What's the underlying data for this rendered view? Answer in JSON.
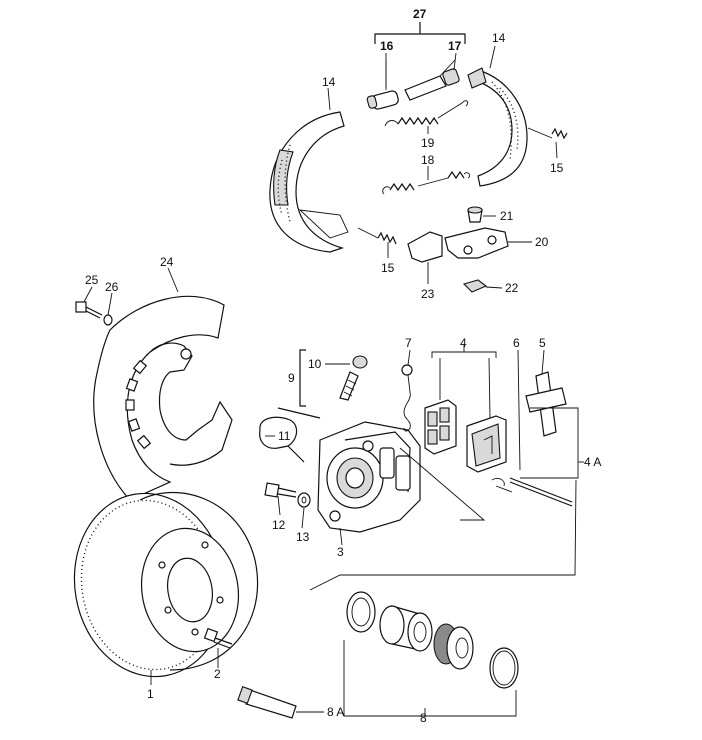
{
  "labels": {
    "p1": "1",
    "p2": "2",
    "p3": "3",
    "p4": "4",
    "p4a": "4 A",
    "p5": "5",
    "p6": "6",
    "p7": "7",
    "p8": "8",
    "p8a": "8 A",
    "p9": "9",
    "p10": "10",
    "p11": "11",
    "p12": "12",
    "p13": "13",
    "p14_left": "14",
    "p14_right": "14",
    "p15_left": "15",
    "p15_right": "15",
    "p16": "16",
    "p17": "17",
    "p18": "18",
    "p19": "19",
    "p20": "20",
    "p21": "21",
    "p22": "22",
    "p23": "23",
    "p24": "24",
    "p25": "25",
    "p26": "26",
    "p27": "27"
  }
}
